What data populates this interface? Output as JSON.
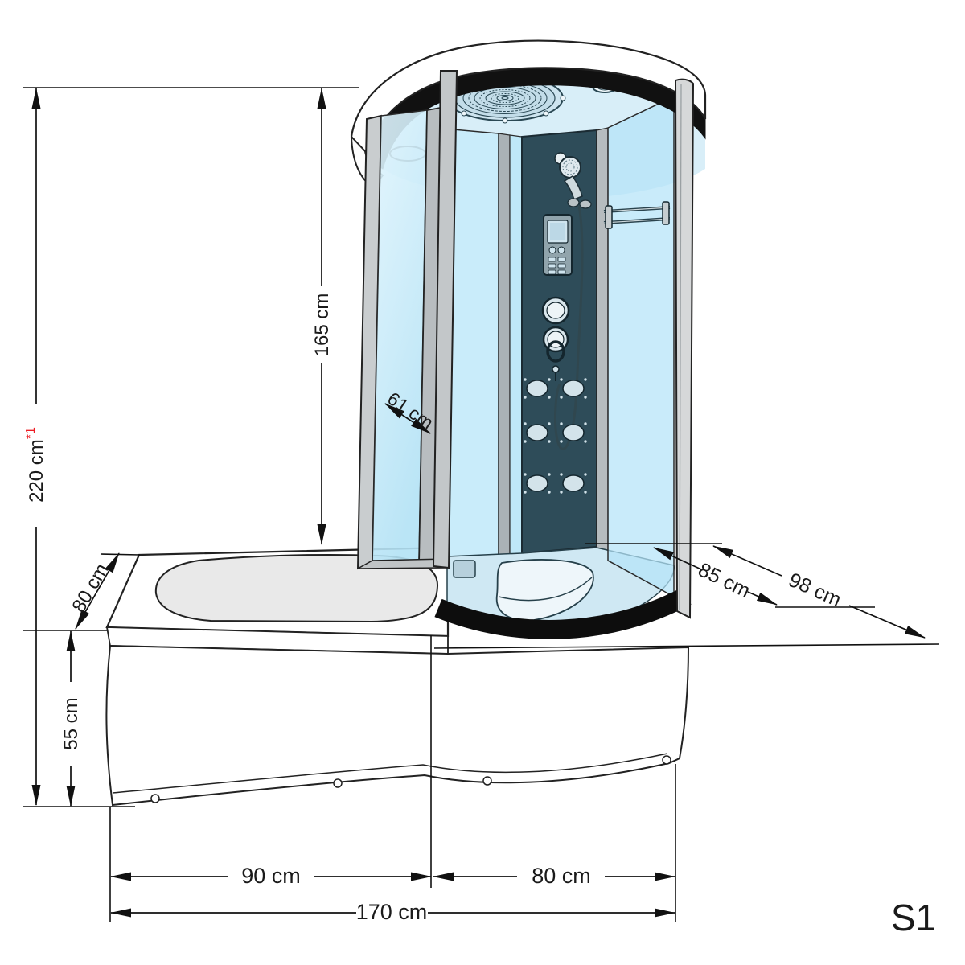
{
  "drawing": {
    "product_name": "shower-bathtub-combination-dimension-diagram",
    "variant_label": "S1"
  },
  "colors": {
    "accent_red": "#ed1c24",
    "line": "#1a1a1a",
    "glass_blue": "#c9ecfa",
    "panel_dark": "#2e4c59"
  },
  "dimensions": {
    "total_height": "220 cm",
    "total_height_note": "*1",
    "cabin_height": "165 cm",
    "door_width": "61 cm",
    "tub_width": "80 cm",
    "tub_height": "55 cm",
    "cabin_depth_inner": "85 cm",
    "cabin_depth_outer": "98 cm",
    "tub_section_length": "90 cm",
    "shower_section_length": "80 cm",
    "total_length": "170 cm"
  }
}
